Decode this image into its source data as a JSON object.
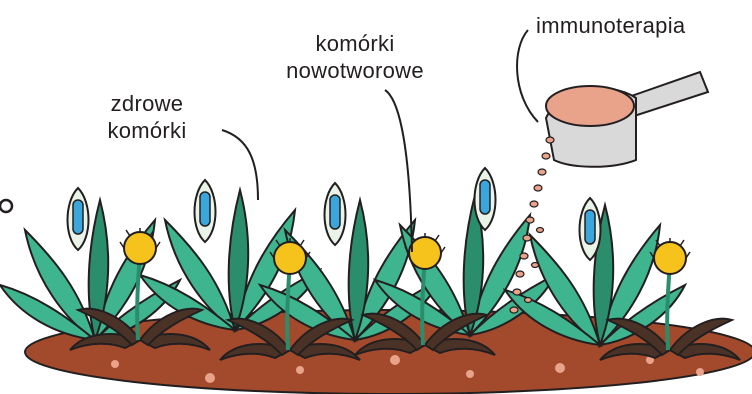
{
  "labels": {
    "healthy_cells": [
      "zdrowe",
      "komórki"
    ],
    "cancer_cells": [
      "komórki",
      "nowotworowe"
    ],
    "immunotherapy": "immunoterapia"
  },
  "colors": {
    "soil": "#a34a2d",
    "leaf": "#3fb58f",
    "leaf_dark": "#2a8d6c",
    "dandelion": "#f6c21c",
    "weed": "#4a3326",
    "blue_spike": "#3aa6dc",
    "outline": "#231f20",
    "cup": "#d9d9d9",
    "seed": "#e8a38a"
  },
  "icons": [
    "healthy-plant-icon",
    "dandelion-weed-icon",
    "measuring-scoop-icon",
    "falling-seeds-icon",
    "soil-bed-icon"
  ]
}
